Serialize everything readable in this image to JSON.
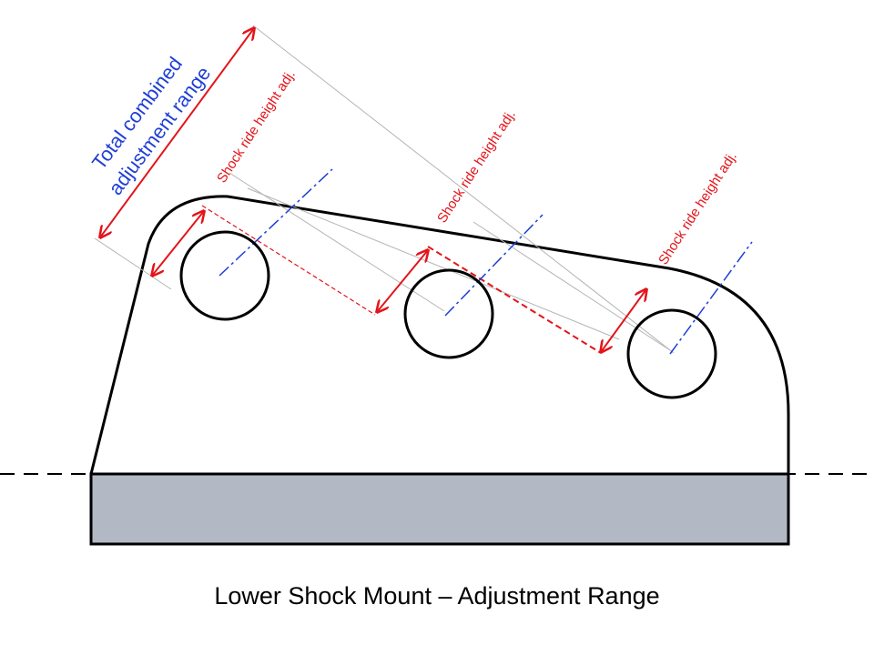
{
  "caption": "Lower Shock Mount – Adjustment Range",
  "labels": {
    "total_line1": "Total combined",
    "total_line2": "adjustment range",
    "shock_1": "Shock ride height adj.",
    "shock_2": "Shock ride height adj.",
    "shock_3": "Shock ride height adj."
  },
  "colors": {
    "outline": "#000000",
    "base_fill": "#b2b9c4",
    "dimension_red": "#e3141a",
    "centerline_blue": "#1f3fd6",
    "total_label_blue": "#1f3fd6",
    "extension_gray": "#b4b4b4"
  }
}
